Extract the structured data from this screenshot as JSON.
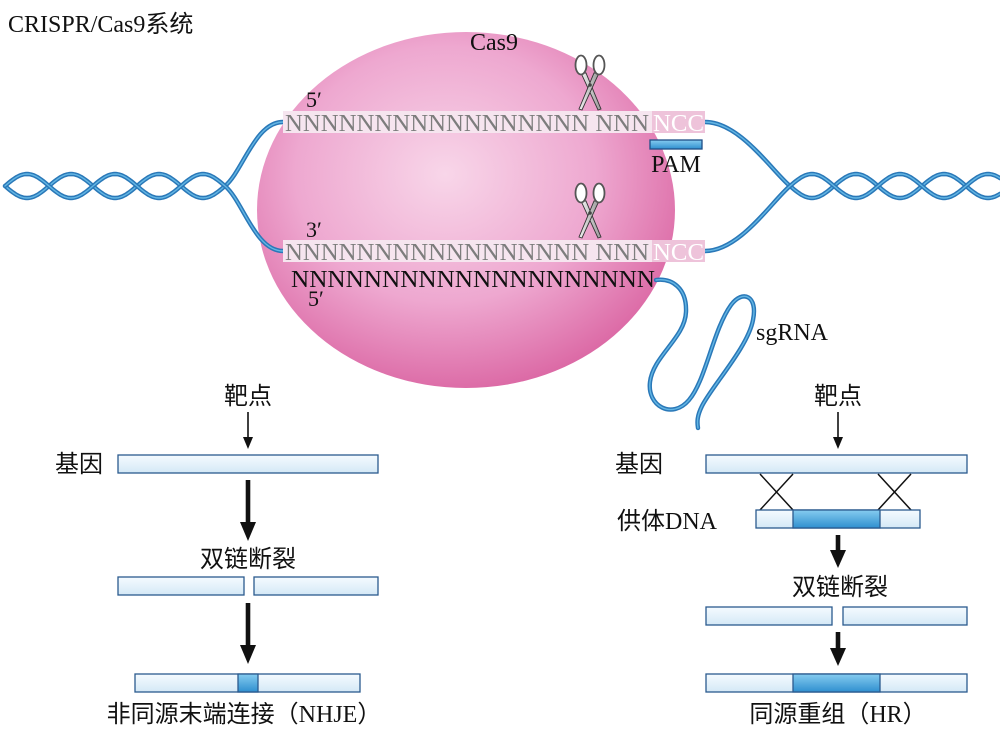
{
  "title": "CRISPR/Cas9系统",
  "cas9": {
    "label": "Cas9",
    "upper_strand": {
      "end_label": "5′",
      "sequence": "NNNNNNNNNNNNNNNNN NNN",
      "pam_sequence": "NCC"
    },
    "lower_strand": {
      "end_label": "3′",
      "sequence": "NNNNNNNNNNNNNNNNN NNN",
      "pam_sequence": "NCC"
    },
    "pam_label": "PAM",
    "sgrna": {
      "sequence": "NNNNNNNNNNNNNNNNNNNN",
      "end_label": "5′",
      "label": "sgRNA"
    }
  },
  "nhej": {
    "target_label": "靶点",
    "gene_label": "基因",
    "break_label": "双链断裂",
    "result_label": "非同源末端连接（NHJE）"
  },
  "hr": {
    "target_label": "靶点",
    "gene_label": "基因",
    "donor_label": "供体DNA",
    "break_label": "双链断裂",
    "result_label": "同源重组（HR）"
  },
  "colors": {
    "cas9_pink": "#d9609f",
    "dna_blue": "#2a78b8",
    "bar_border": "#2b5a8e",
    "insert_blue": "#3f9fd8"
  },
  "icons": {
    "cut": "scissors-icon"
  }
}
